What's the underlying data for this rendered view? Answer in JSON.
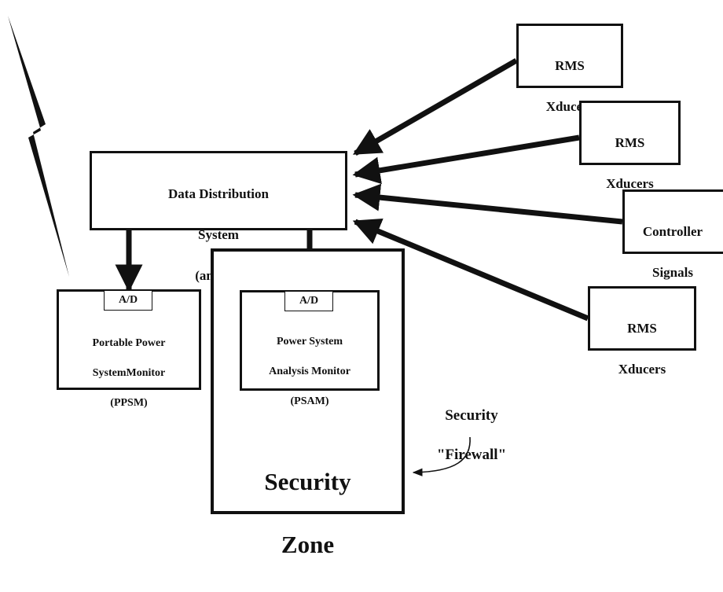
{
  "dds": {
    "line1": "Data Distribution",
    "line2": "System",
    "line3": "(analog)"
  },
  "rms1": {
    "line1": "RMS",
    "line2": "Xducers"
  },
  "rms2": {
    "line1": "RMS",
    "line2": "Xducers"
  },
  "controller": {
    "line1": "Controller",
    "line2": "Signals"
  },
  "rms3": {
    "line1": "RMS",
    "line2": "Xducers"
  },
  "ppsm": {
    "ad": "A/D",
    "line1": "Portable Power",
    "line2": "SystemMonitor",
    "line3": "(PPSM)"
  },
  "psam": {
    "ad": "A/D",
    "line1": "Power System",
    "line2": "Analysis Monitor",
    "line3": "(PSAM)"
  },
  "zone": {
    "line1": "Security",
    "line2": "Zone"
  },
  "firewall": {
    "line1": "Security",
    "line2": "\"Firewall\""
  }
}
